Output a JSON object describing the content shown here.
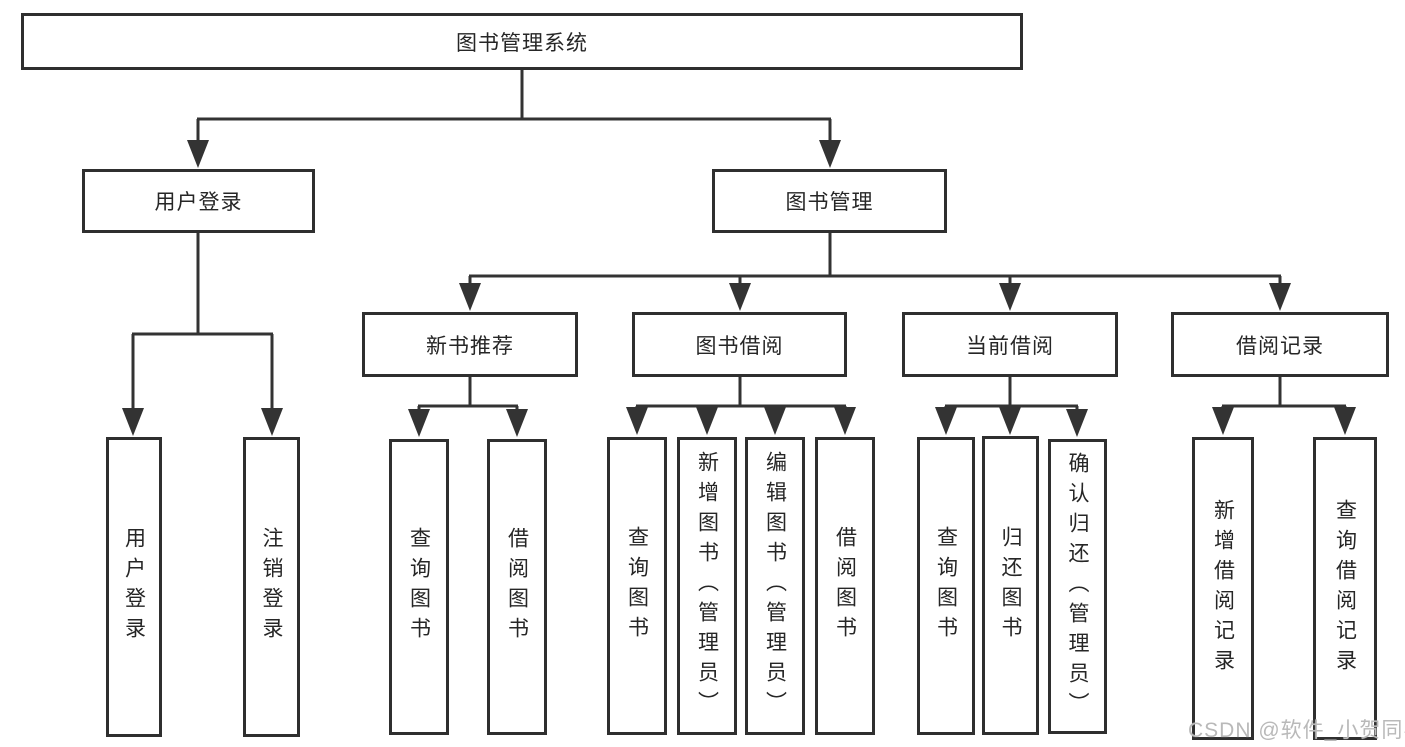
{
  "root": {
    "label": "图书管理系统"
  },
  "modules": {
    "user_login": {
      "label": "用户登录",
      "children": [
        {
          "label": "用户登录"
        },
        {
          "label": "注销登录"
        }
      ]
    },
    "book_mgmt": {
      "label": "图书管理",
      "sections": [
        {
          "label": "新书推荐",
          "children": [
            {
              "label": "查询图书"
            },
            {
              "label": "借阅图书"
            }
          ]
        },
        {
          "label": "图书借阅",
          "children": [
            {
              "label": "查询图书"
            },
            {
              "label": "新增图书（管理员）"
            },
            {
              "label": "编辑图书（管理员）"
            },
            {
              "label": "借阅图书"
            }
          ]
        },
        {
          "label": "当前借阅",
          "children": [
            {
              "label": "查询图书"
            },
            {
              "label": "归还图书"
            },
            {
              "label": "确认归还（管理员）"
            }
          ]
        },
        {
          "label": "借阅记录",
          "children": [
            {
              "label": "新增借阅记录"
            },
            {
              "label": "查询借阅记录"
            }
          ]
        }
      ]
    }
  },
  "watermark": {
    "text": "CSDN @软件_小贺同学",
    "color": "#b9b9b9"
  },
  "colors": {
    "line": "#333333",
    "border": "#2f2f2f",
    "text": "#262626",
    "background": "#ffffff"
  }
}
